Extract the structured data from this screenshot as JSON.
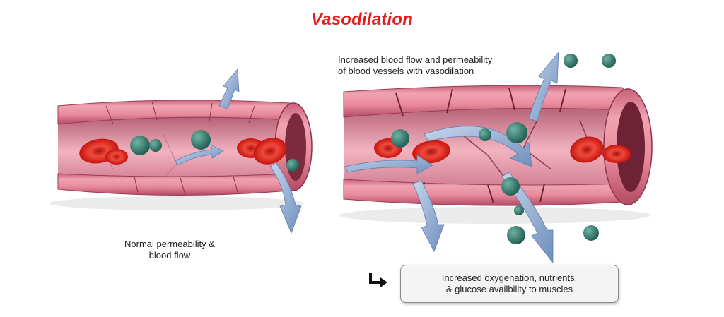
{
  "title": "Vasodilation",
  "labels": {
    "dilated_line1": "Increased blood flow and permeability",
    "dilated_line2": "of blood vessels with vasodilation",
    "normal_line1": "Normal permeability &",
    "normal_line2": "blood flow",
    "result_line1": "Increased oxygenation, nutrients,",
    "result_line2": "& glucose availbility to muscles"
  },
  "icons": {
    "result": "turn-right-arrow-icon"
  },
  "colors": {
    "title": "#e41e1e",
    "vessel": "#e88a9c",
    "vessel_dark": "#b24a64",
    "blood_cell": "#e0201e",
    "particle": "#2f7a6c",
    "arrow": "#8fa9cf"
  }
}
